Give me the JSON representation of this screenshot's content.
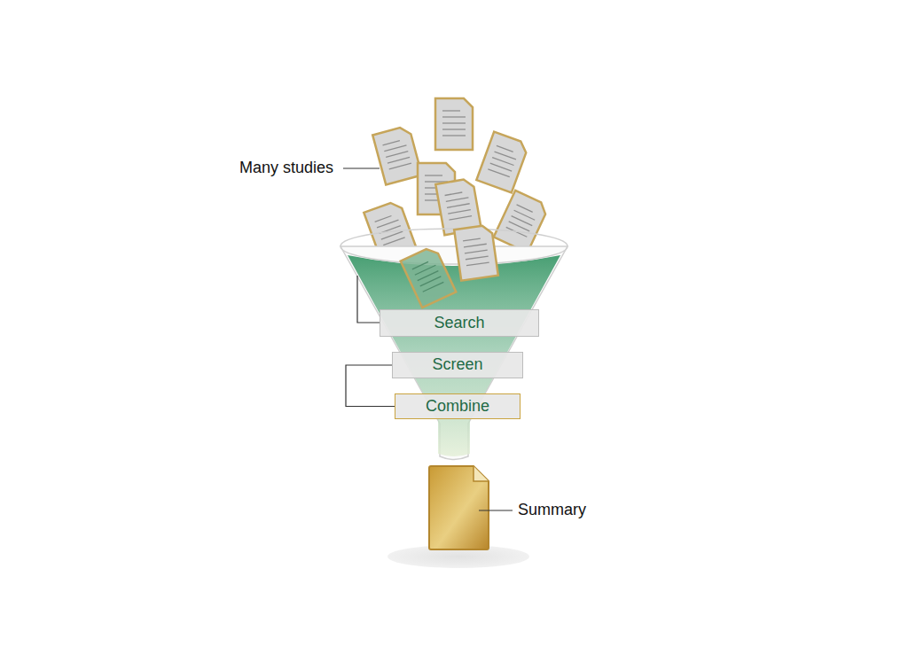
{
  "diagram": {
    "nodes": [
      {
        "text": [
          "Search"
        ]
      },
      {
        "text": [
          "Screen"
        ]
      },
      {
        "text": [
          "Combine"
        ]
      }
    ],
    "edges": [
      {
        "from": 1,
        "to": 2,
        "arrow": "none"
      }
    ],
    "labels": [
      "Many studies",
      "Summary"
    ]
  }
}
